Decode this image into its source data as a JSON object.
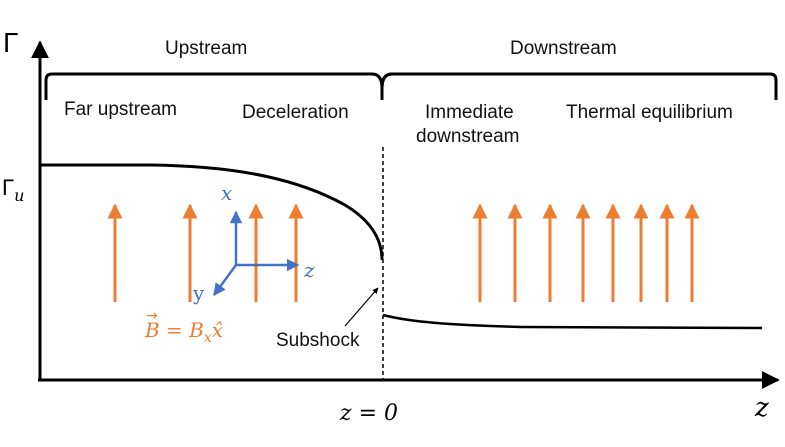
{
  "axes": {
    "y_label": "Γ",
    "y_level_label": "Γ",
    "y_level_sub": "u",
    "x_label": "z",
    "origin_label": "z = 0"
  },
  "regions": {
    "upstream": "Upstream",
    "downstream": "Downstream",
    "far_upstream": "Far upstream",
    "deceleration": "Deceleration",
    "immediate_downstream_line1": "Immediate",
    "immediate_downstream_line2": "downstream",
    "thermal_equilibrium": "Thermal equilibrium"
  },
  "annotations": {
    "subshock": "Subshock",
    "field_B": "B",
    "field_eq": " = B",
    "field_sub": "x",
    "field_xhat": "x̂"
  },
  "frame_axes": {
    "x": "x",
    "y": "y",
    "z": "z"
  },
  "colors": {
    "field_arrows": "#ED7D31",
    "frame_axes": "#4472C4",
    "curve": "#000000"
  }
}
